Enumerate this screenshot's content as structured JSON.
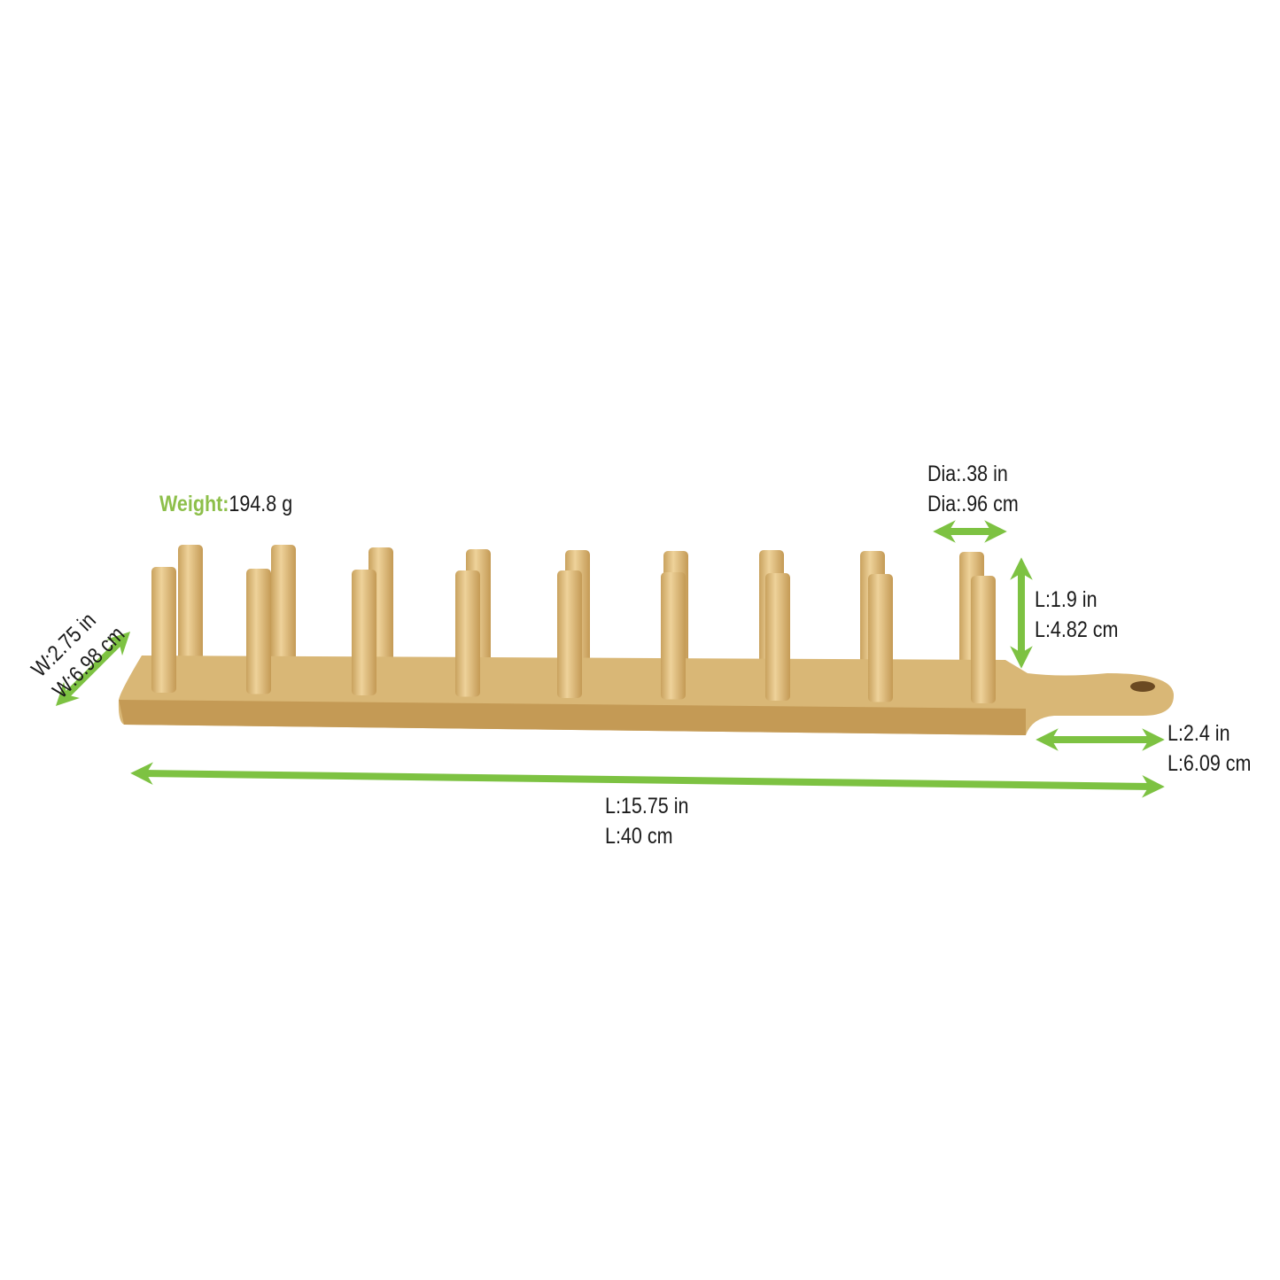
{
  "colors": {
    "arrow": "#7dc242",
    "wood": "#d8b674",
    "wood_dark": "#b98f4c",
    "weight_label": "#8dbf4a"
  },
  "weight": {
    "label": "Weight:",
    "value": "194.8 g"
  },
  "diameter": {
    "in": "Dia:.38 in",
    "cm": "Dia:.96 cm"
  },
  "peg_height": {
    "in": "L:1.9 in",
    "cm": "L:4.82 cm"
  },
  "handle": {
    "in": "L:2.4 in",
    "cm": "L:6.09 cm"
  },
  "length": {
    "in": "L:15.75 in",
    "cm": "L:40 cm"
  },
  "width": {
    "in": "W:2.75 in",
    "cm": "W:6.98 cm"
  },
  "peg_count": 18
}
